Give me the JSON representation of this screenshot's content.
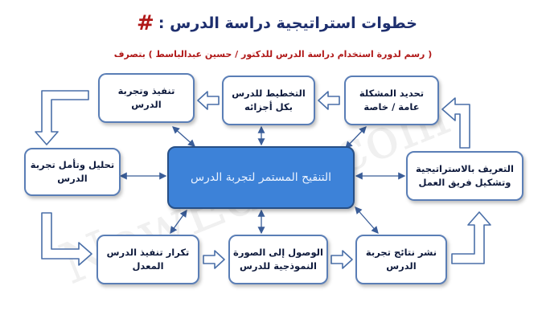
{
  "header": {
    "hash": "#",
    "title": "خطوات استراتيجية دراسة الدرس :",
    "subtitle": "( رسم لدورة استخدام دراسة الدرس للدكتور / حسين عبدالباسط ) بتصرف"
  },
  "steps": {
    "identify": "تحديد المشكلة عامة / خاصة",
    "planning": "التخطيط للدرس بكل أجزائه",
    "implement": "تنفيذ وتجربة الدرس",
    "analyze": "تحليل وتأمل تجربة الدرس",
    "repeat": "تكرار تنفيذ الدرس المعدل",
    "model": "الوصول إلى الصورة النموذجية للدرس",
    "publish": "نشر نتائج تجربة الدرس",
    "introduce": "التعريف بالاستراتيجية وتشكيل فريق العمل"
  },
  "center": {
    "label": "التنقيح المستمر لتجربة الدرس"
  },
  "watermark": "NewEduc.com",
  "colors": {
    "box_border": "#5a7eb6",
    "center_fill": "#3d82d8",
    "hash": "#b01818",
    "title": "#1e2f6e",
    "subtitle": "#b01818"
  }
}
